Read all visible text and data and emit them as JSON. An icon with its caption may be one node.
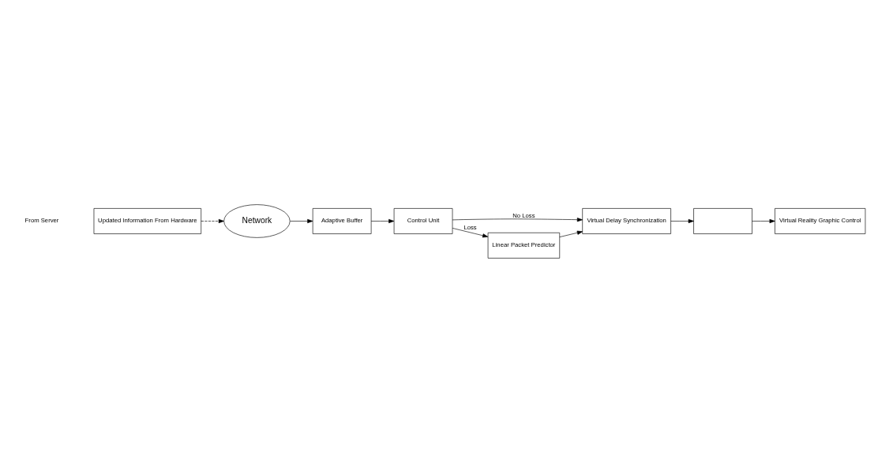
{
  "diagram": {
    "nodes": [
      {
        "text": [
          "Updated Information From Hardware"
        ]
      },
      {
        "text": [
          "Network"
        ]
      },
      {
        "text": [
          "Adaptive Buffer"
        ]
      },
      {
        "text": [
          "Control Unit"
        ]
      },
      {
        "text": [
          "Virtual Delay Synchronization"
        ]
      },
      {
        "text": [
          "Linear Packet Predictor"
        ]
      },
      {
        "text": [],
        "shape": "box"
      },
      {
        "text": [
          "Virtual Reality Graphic Control"
        ]
      }
    ],
    "edges": [
      {
        "from": 0,
        "to": 1,
        "arrow": "to",
        "style": "dashed"
      },
      {
        "from": 1,
        "to": 2,
        "arrow": "to"
      },
      {
        "from": 2,
        "to": 3,
        "arrow": "to"
      },
      {
        "from": 3,
        "to": 4,
        "arrow": "to",
        "label": "No Loss"
      },
      {
        "from": 3,
        "to": 5,
        "arrow": "to",
        "label": "Loss"
      },
      {
        "from": 5,
        "to": 4,
        "arrow": "to"
      },
      {
        "from": 4,
        "to": 6,
        "arrow": "to"
      },
      {
        "from": 6,
        "to": 7,
        "arrow": "to"
      }
    ],
    "labels": [
      "From Server"
    ]
  }
}
